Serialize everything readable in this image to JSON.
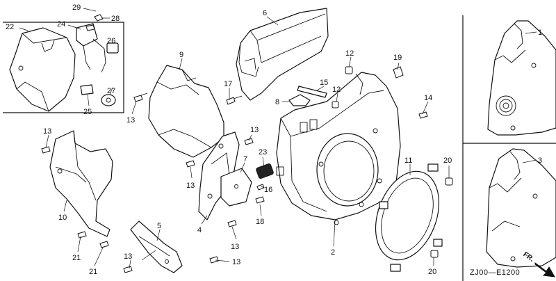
{
  "diagram": {
    "callouts": {
      "c1": "1",
      "c2": "2",
      "c3": "3",
      "c4": "4",
      "c5": "5",
      "c6": "6",
      "c7": "7",
      "c8": "8",
      "c9": "9",
      "c10": "10",
      "c11": "11",
      "c12a": "12",
      "c12b": "12",
      "c13a": "13",
      "c13b": "13",
      "c13c": "13",
      "c13d": "13",
      "c13e": "13",
      "c13f": "13",
      "c13g": "13",
      "c14": "14",
      "c15": "15",
      "c16": "16",
      "c17": "17",
      "c18": "18",
      "c19": "19",
      "c20a": "20",
      "c20b": "20",
      "c21a": "21",
      "c21b": "21",
      "c22": "22",
      "c23": "23",
      "c24": "24",
      "c25": "25",
      "c26": "26",
      "c27": "27",
      "c28": "28",
      "c29": "29"
    },
    "drawing_code": "ZJ00—E1200",
    "front_marker": "FR."
  }
}
